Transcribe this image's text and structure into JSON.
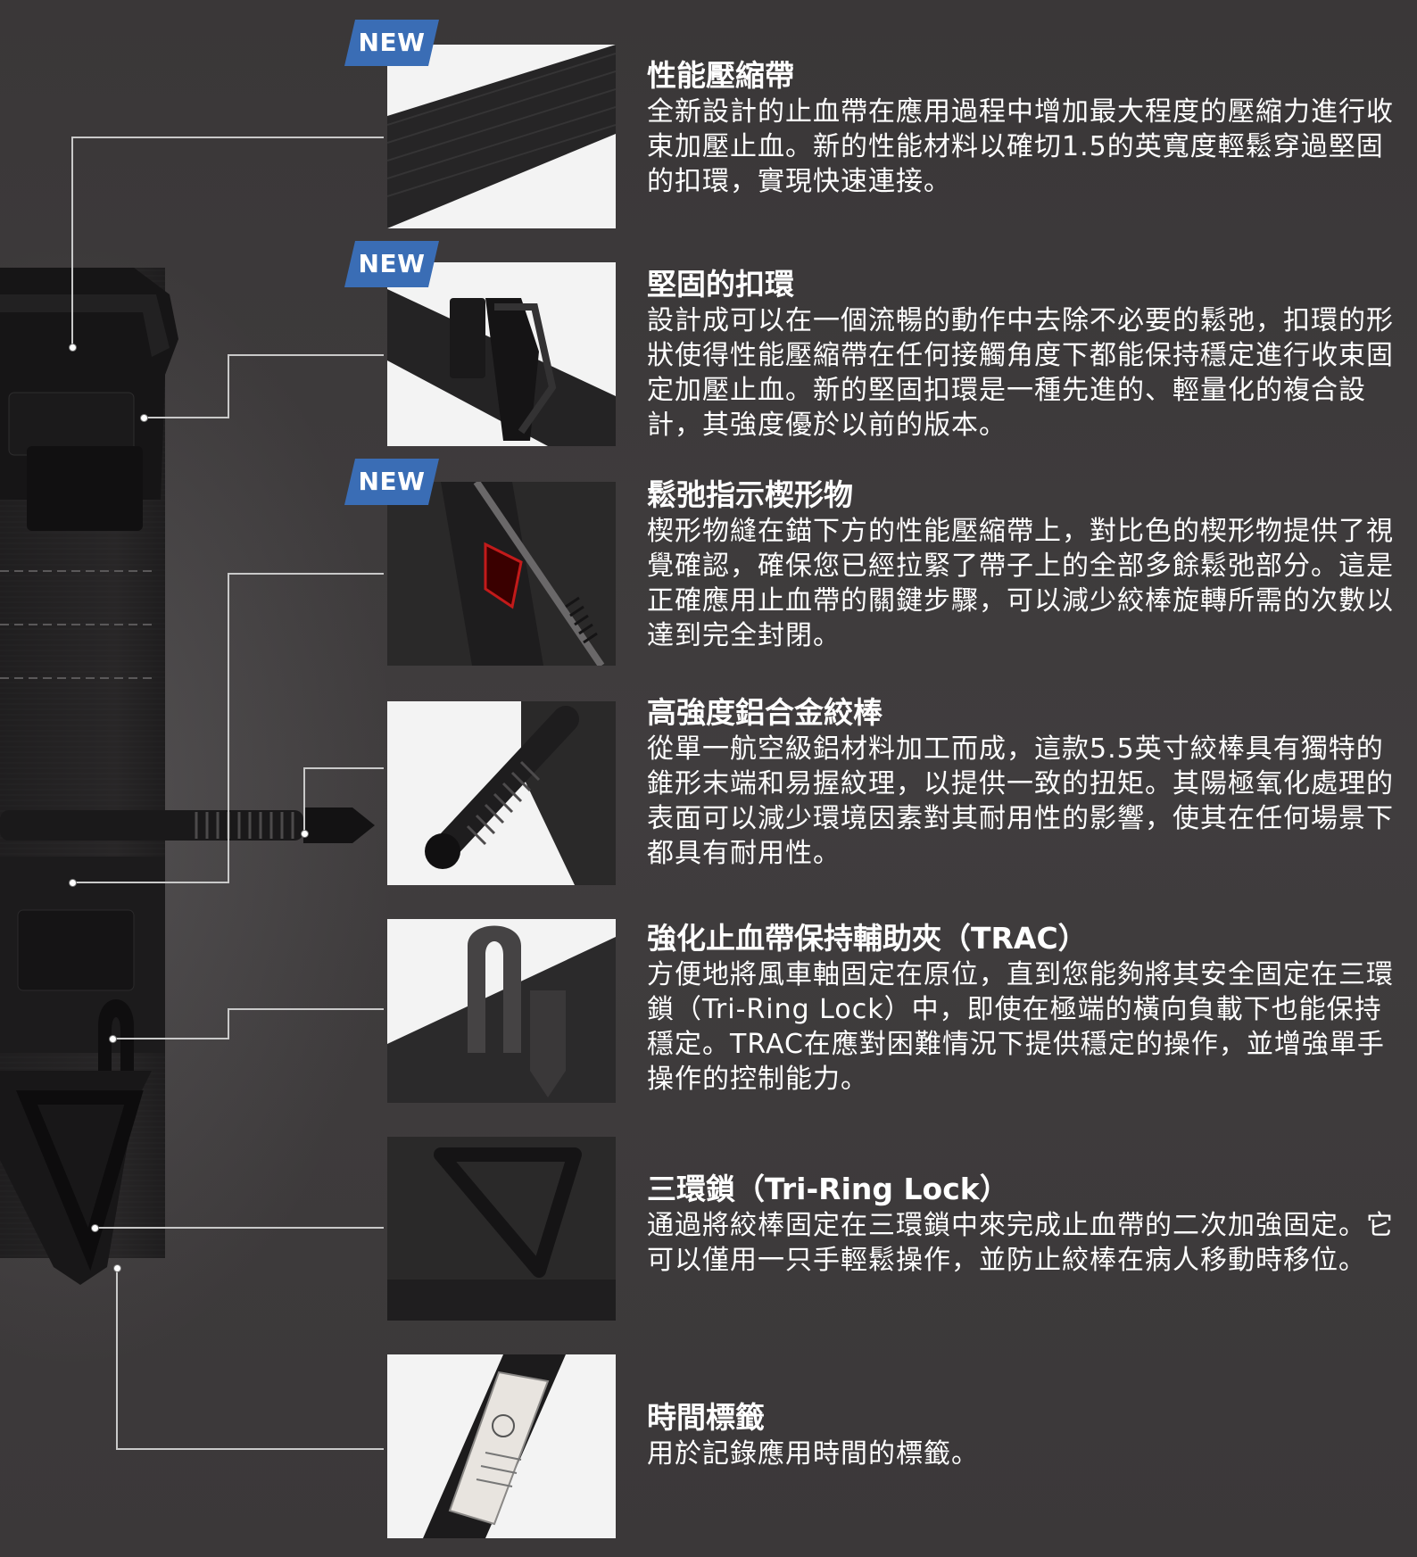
{
  "badge_label": "NEW",
  "colors": {
    "background": "#3e3b3c",
    "badge": "#3a6db5",
    "text": "#ffffff",
    "callout_line": "#c9c9c9"
  },
  "features": [
    {
      "title": "性能壓縮帶",
      "description": "全新設計的止血帶在應用過程中增加最大程度的壓縮力進行收束加壓止血。新的性能材料以確切1.5的英寬度輕鬆穿過堅固的扣環，實現快速連接。",
      "badge": true,
      "photo": "compression-strap-photo"
    },
    {
      "title": "堅固的扣環",
      "description": "設計成可以在一個流暢的動作中去除不必要的鬆弛，扣環的形狀使得性能壓縮帶在任何接觸角度下都能保持穩定進行收束固定加壓止血。新的堅固扣環是一種先進的、輕量化的複合設計，其強度優於以前的版本。",
      "badge": true,
      "photo": "buckle-photo"
    },
    {
      "title": "鬆弛指示楔形物",
      "description": "楔形物縫在錨下方的性能壓縮帶上，對比色的楔形物提供了視覺確認，確保您已經拉緊了帶子上的全部多餘鬆弛部分。這是正確應用止血帶的關鍵步驟，可以減少絞棒旋轉所需的次數以達到完全封閉。",
      "badge": true,
      "photo": "slack-indicator-photo"
    },
    {
      "title": "高強度鋁合金絞棒",
      "description": "從單一航空級鋁材料加工而成，這款5.5英寸絞棒具有獨特的錐形末端和易握紋理，以提供一致的扭矩。其陽極氧化處理的表面可以減少環境因素對其耐用性的影響，使其在任何場景下都具有耐用性。",
      "badge": false,
      "photo": "windlass-rod-photo"
    },
    {
      "title": "強化止血帶保持輔助夾（TRAC）",
      "description": "方便地將風車軸固定在原位，直到您能夠將其安全固定在三環鎖（Tri-Ring Lock）中，即使在極端的橫向負載下也能保持穩定。TRAC在應對困難情況下提供穩定的操作，並增強單手操作的控制能力。",
      "badge": false,
      "photo": "trac-clip-photo"
    },
    {
      "title": "三環鎖（Tri-Ring Lock）",
      "description": "通過將絞棒固定在三環鎖中來完成止血帶的二次加強固定。它可以僅用一只手輕鬆操作，並防止絞棒在病人移動時移位。",
      "badge": false,
      "photo": "tri-ring-lock-photo"
    },
    {
      "title": "時間標籤",
      "description": "用於記錄應用時間的標籤。",
      "badge": false,
      "photo": "time-tag-photo"
    }
  ]
}
